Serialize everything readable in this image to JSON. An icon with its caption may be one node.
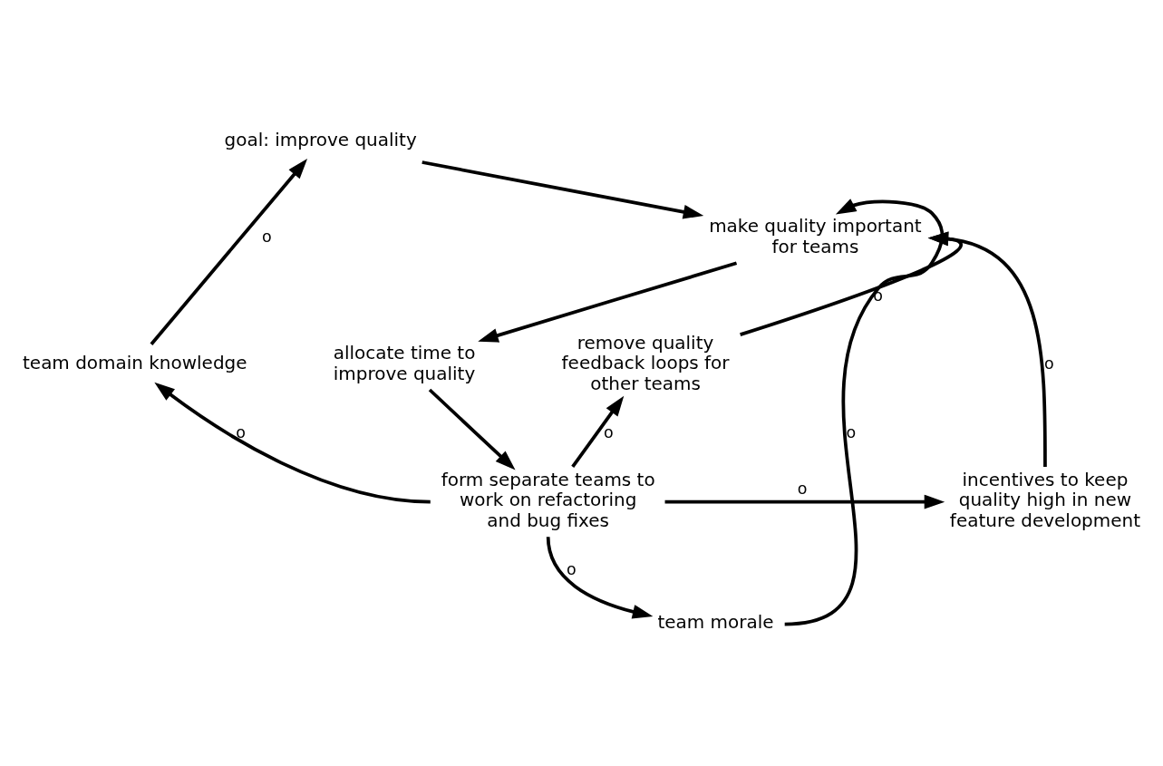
{
  "diagram": {
    "nodes": [
      {
        "text": [
          "goal: improve quality"
        ]
      },
      {
        "text": [
          "make quality important for teams"
        ]
      },
      {
        "text": [
          "allocate time to improve quality"
        ]
      },
      {
        "text": [
          "team domain knowledge"
        ]
      },
      {
        "text": [
          "remove quality feedback loops for other teams"
        ]
      },
      {
        "text": [
          "form separate teams to work on refactoring and bug fixes"
        ]
      },
      {
        "text": [
          "incentives to keep quality high in new feature development"
        ]
      },
      {
        "text": [
          "team morale"
        ]
      }
    ],
    "edges": [
      {
        "from": 0,
        "to": 1,
        "arrow": "to"
      },
      {
        "from": 1,
        "to": 2,
        "arrow": "to"
      },
      {
        "from": 2,
        "to": 5,
        "arrow": "to"
      },
      {
        "from": 5,
        "to": 3,
        "arrow": "to",
        "label": "o"
      },
      {
        "from": 3,
        "to": 0,
        "arrow": "to",
        "label": "o"
      },
      {
        "from": 5,
        "to": 4,
        "arrow": "to",
        "label": "o"
      },
      {
        "from": 5,
        "to": 6,
        "arrow": "to",
        "label": "o"
      },
      {
        "from": 5,
        "to": 7,
        "arrow": "to",
        "label": "o"
      },
      {
        "from": 4,
        "to": 1,
        "arrow": "to",
        "label": "o"
      },
      {
        "from": 6,
        "to": 1,
        "arrow": "to",
        "label": "o"
      },
      {
        "from": 7,
        "to": 1,
        "arrow": "to",
        "label": "o"
      }
    ]
  }
}
